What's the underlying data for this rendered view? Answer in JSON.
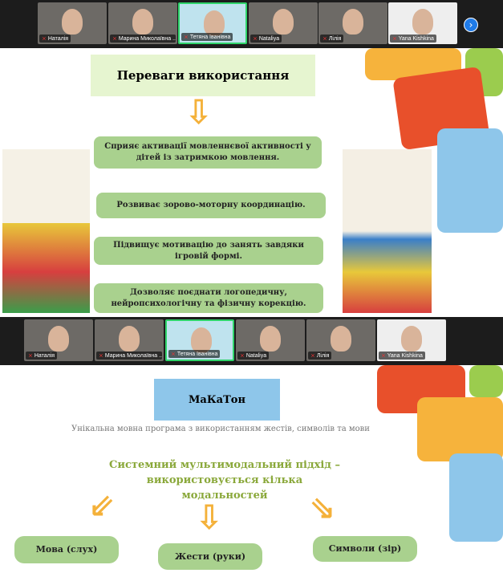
{
  "participants": [
    "Наталія",
    "Марина Миколаївна ...",
    "Тетяна Іванівна",
    "Nataliya",
    "Лілія",
    "Yana Kishkina"
  ],
  "slide1": {
    "title": "Переваги використання",
    "items": [
      "Сприяє активації мовленнєвої активності у дітей із затримкою мовлення.",
      "Розвиває зорово-моторну координацію.",
      "Підвищує мотивацію до занять завдяки ігровій формі.",
      "Дозволяє поєднати логопедичну, нейропсихологічну та фізичну корекцію."
    ]
  },
  "slide2": {
    "title": "МаКаТон",
    "subtitle": "Унікальна мовна програма з використанням жестів, символів та мови",
    "approach": "Системний мультимодальний підхід – використовується кілька модальностей",
    "modalities": [
      "Мова (слух)",
      "Жести (руки)",
      "Символи (зір)"
    ]
  },
  "colors": {
    "green_box": "#a9d18e",
    "title_bg": "#e6f5d0",
    "makaton_bg": "#8ec6ea",
    "arrow": "#f4b13a",
    "approach_text": "#8aa83a"
  }
}
